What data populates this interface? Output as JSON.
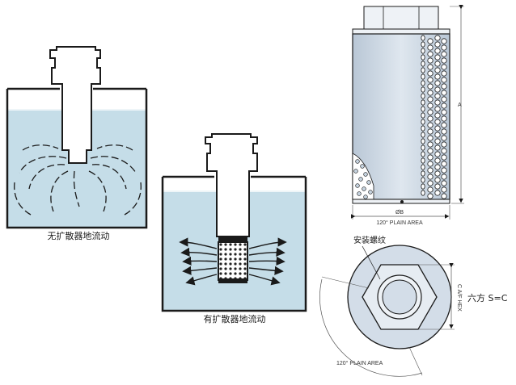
{
  "panels": {
    "left_tank": {
      "caption": "无扩散器地流动"
    },
    "middle_tank": {
      "caption": "有扩散器地流动"
    }
  },
  "side_view": {
    "dim_a": "A",
    "dim_b": "ØB",
    "plain_area": "120° PLAIN AREA"
  },
  "top_view": {
    "thread_label": "安装螺纹",
    "cflat_label": "C A/F HEX",
    "hex_label": "六方 S=C",
    "plain_area": "120° PLAIN AREA"
  },
  "colors": {
    "water": "#c5dde8",
    "metal": "#d3dde8",
    "outline": "#1a1a1a"
  }
}
